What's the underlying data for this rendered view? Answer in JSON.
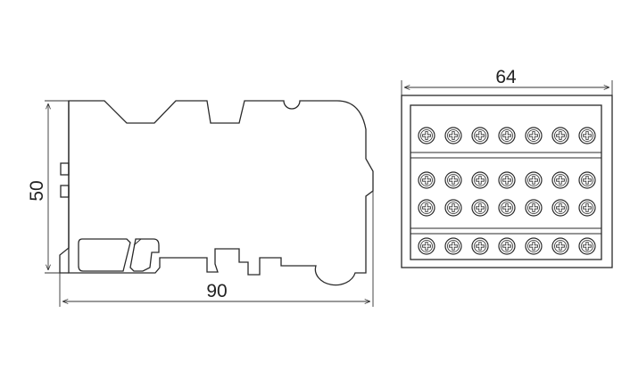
{
  "side_view": {
    "height_dim_label": "50",
    "width_dim_label": "90"
  },
  "top_view": {
    "width_dim_label": "64",
    "terminal_rows": [
      {
        "row": "top",
        "screw_count": 7
      },
      {
        "row": "middle-upper",
        "screw_count": 7
      },
      {
        "row": "middle-lower",
        "screw_count": 7
      },
      {
        "row": "bottom",
        "screw_count": 7
      }
    ]
  },
  "colors": {
    "line": "#2a2a2a",
    "background": "#ffffff"
  },
  "icons": {
    "screw": "phillips-screw-head-icon"
  }
}
